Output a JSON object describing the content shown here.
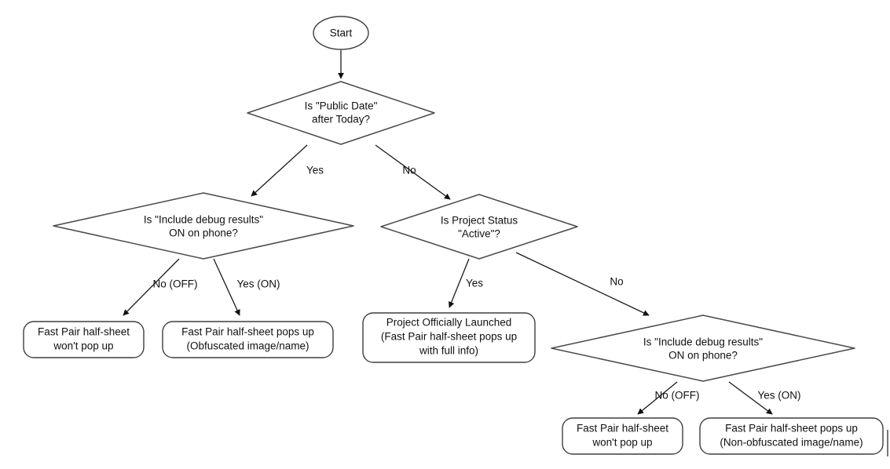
{
  "diagram": {
    "title": "Fast Pair half-sheet decision flowchart",
    "type": "flowchart",
    "background_color": "#ffffff",
    "stroke_color": "#333333",
    "text_color": "#111111"
  },
  "nodes": {
    "start": {
      "shape": "ellipse",
      "label": "Start"
    },
    "d_public_date": {
      "shape": "diamond",
      "line1": "Is \"Public Date\"",
      "line2": "after Today?"
    },
    "d_debug_left": {
      "shape": "diamond",
      "line1": "Is \"Include debug results\"",
      "line2": "ON on phone?"
    },
    "d_project_status": {
      "shape": "diamond",
      "line1": "Is Project Status",
      "line2": "\"Active\"?"
    },
    "d_debug_right": {
      "shape": "diamond",
      "line1": "Is \"Include debug results\"",
      "line2": "ON on phone?"
    },
    "t_left_off": {
      "shape": "rounded-rect",
      "line1": "Fast Pair half-sheet",
      "line2": "won't pop up"
    },
    "t_left_on": {
      "shape": "rounded-rect",
      "line1": "Fast Pair half-sheet pops up",
      "line2": "(Obfuscated image/name)"
    },
    "t_launched": {
      "shape": "rounded-rect",
      "line1": "Project Officially Launched",
      "line2": "(Fast Pair half-sheet pops up",
      "line3": "with full info)"
    },
    "t_right_off": {
      "shape": "rounded-rect",
      "line1": "Fast Pair half-sheet",
      "line2": "won't pop up"
    },
    "t_right_on": {
      "shape": "rounded-rect",
      "line1": "Fast Pair half-sheet pops up",
      "line2": "(Non-obfuscated image/name)"
    }
  },
  "edge_labels": {
    "public_yes": "Yes",
    "public_no": "No",
    "debug_left_no": "No (OFF)",
    "debug_left_yes": "Yes (ON)",
    "status_yes": "Yes",
    "status_no": "No",
    "debug_right_no": "No (OFF)",
    "debug_right_yes": "Yes (ON)"
  }
}
